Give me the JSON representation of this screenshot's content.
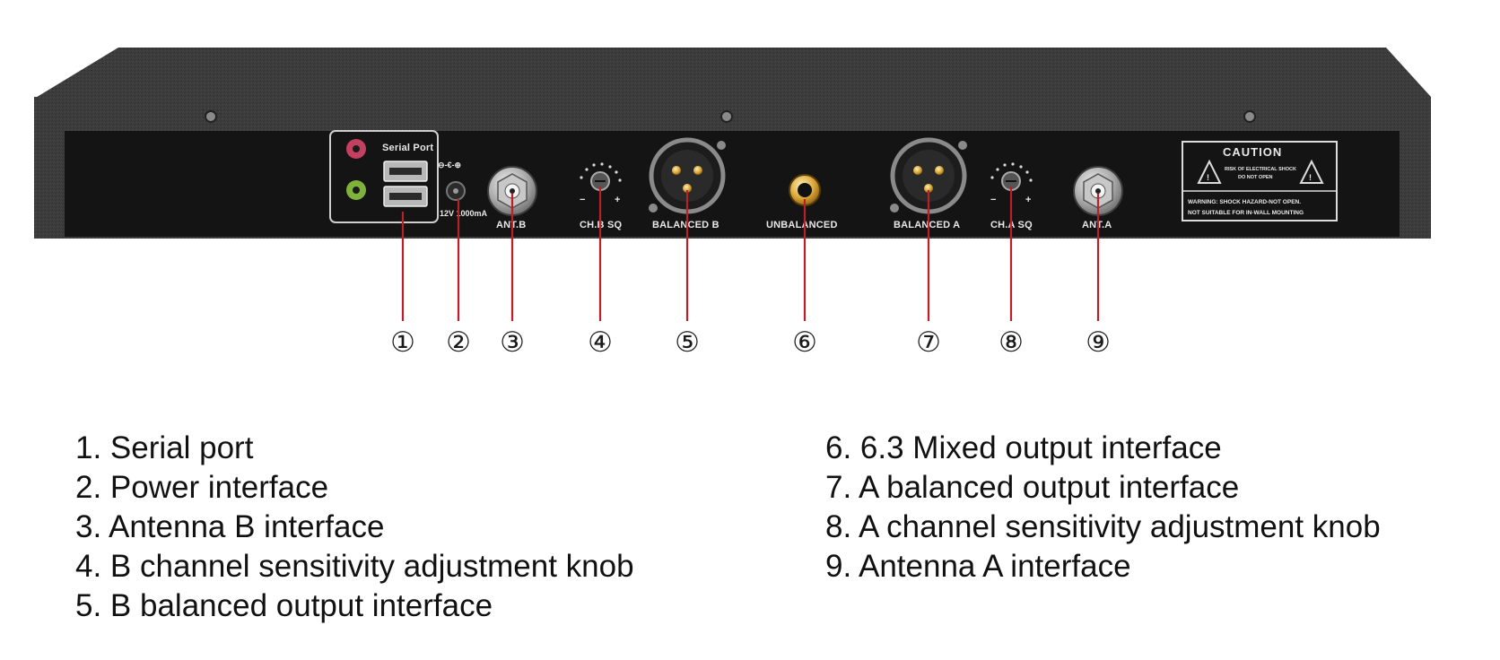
{
  "panel": {
    "serial_port_label": "Serial Port",
    "power_label": "12V 1000mA",
    "ant_b_label": "ANT.B",
    "ch_b_sq_label": "CH.B SQ",
    "balanced_b_label": "BALANCED B",
    "unbalanced_label": "UNBALANCED",
    "balanced_a_label": "BALANCED A",
    "ch_a_sq_label": "CH.A SQ",
    "ant_a_label": "ANT.A",
    "caution": {
      "title": "CAUTION",
      "shock_line1": "RISK OF ELECTRICAL SHOCK",
      "shock_line2": "DO NOT OPEN",
      "warning_line1": "WARNING: SHOCK HAZARD-NOT OPEN.",
      "warning_line2": "NOT SUITABLE FOR IN-WALL MOUNTING"
    }
  },
  "callouts": [
    "①",
    "②",
    "③",
    "④",
    "⑤",
    "⑥",
    "⑦",
    "⑧",
    "⑨"
  ],
  "legend": {
    "left": [
      "1. Serial port",
      "2. Power interface",
      "3. Antenna B interface",
      "4. B channel sensitivity adjustment knob",
      "5. B balanced output interface"
    ],
    "right": [
      "6. 6.3 Mixed output interface",
      "7. A balanced output interface",
      "8. A channel sensitivity adjustment knob",
      "9. Antenna A interface"
    ]
  },
  "colors": {
    "chassis": "#3a3a3a",
    "panel": "#141414",
    "leader_line": "#b8202a"
  }
}
